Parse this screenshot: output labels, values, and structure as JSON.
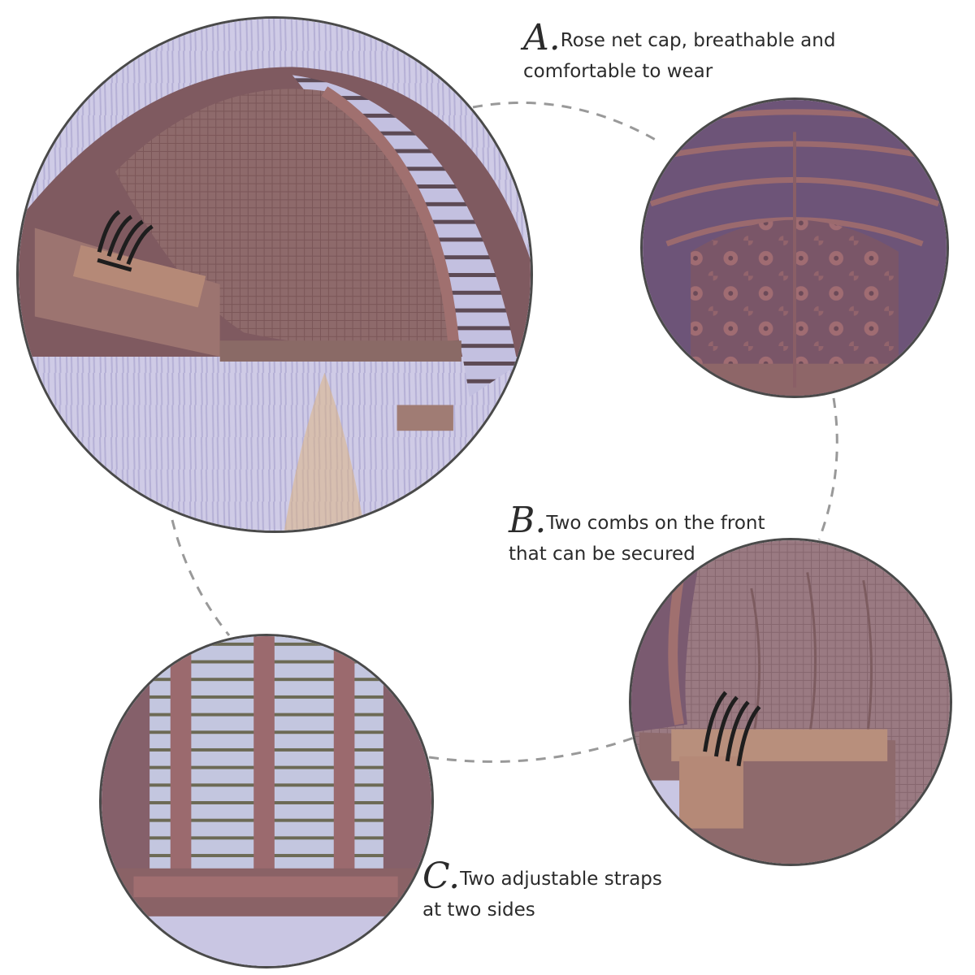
{
  "features": [
    {
      "letter": "A.",
      "line1": "Rose net cap, breathable and",
      "line2": "comfortable to wear"
    },
    {
      "letter": "B.",
      "line1": "Two combs on the front",
      "line2": "that can be secured"
    },
    {
      "letter": "C.",
      "line1": "Two adjustable straps",
      "line2": "at two sides"
    }
  ],
  "colors": {
    "cap_mauve": "#8a5f66",
    "lace_rose": "#9b6a6e",
    "hair_lavender": "#c9c6e3",
    "comb_black": "#1e1e1e",
    "outline_gray": "#4a4a4a",
    "connector_gray": "#999999"
  }
}
